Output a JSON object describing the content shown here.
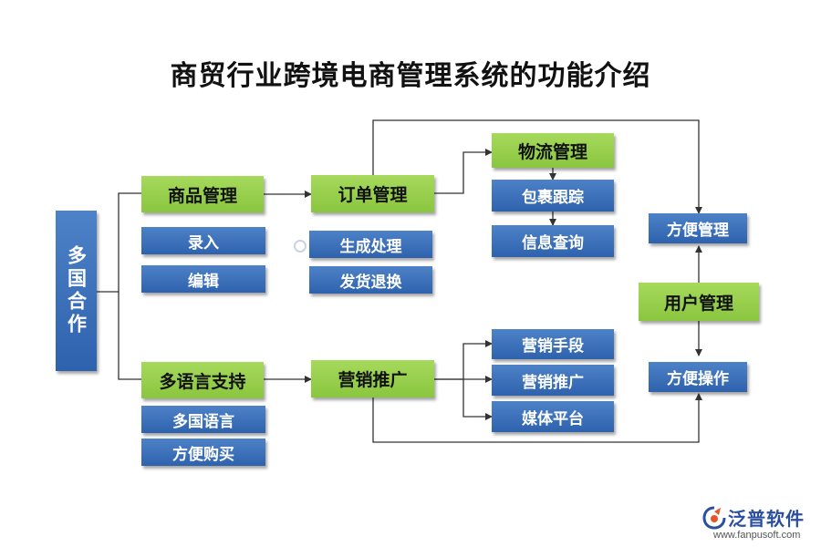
{
  "title": "商贸行业跨境电商管理系统的功能介绍",
  "nodes": {
    "root": "多国合作",
    "goods_mgmt": "商品管理",
    "entry": "录入",
    "edit": "编辑",
    "multilang": "多语言支持",
    "multi_country_lang": "多国语言",
    "easy_buy": "方便购买",
    "order_mgmt": "订单管理",
    "generate": "生成处理",
    "ship_return": "发货退换",
    "marketing": "营销推广",
    "logistics": "物流管理",
    "package_track": "包裹跟踪",
    "info_query": "信息查询",
    "marketing_means": "营销手段",
    "marketing_promo": "营销推广",
    "media_platform": "媒体平台",
    "easy_mgmt": "方便管理",
    "user_mgmt": "用户管理",
    "easy_operate": "方便操作"
  },
  "logo": {
    "name": "泛普软件",
    "url": "www.fanpusoft.com",
    "icon": "fanpu-logo-icon"
  },
  "colors": {
    "green_box": "#8ac63f",
    "blue_box": "#2e62ad",
    "line": "#333333"
  }
}
